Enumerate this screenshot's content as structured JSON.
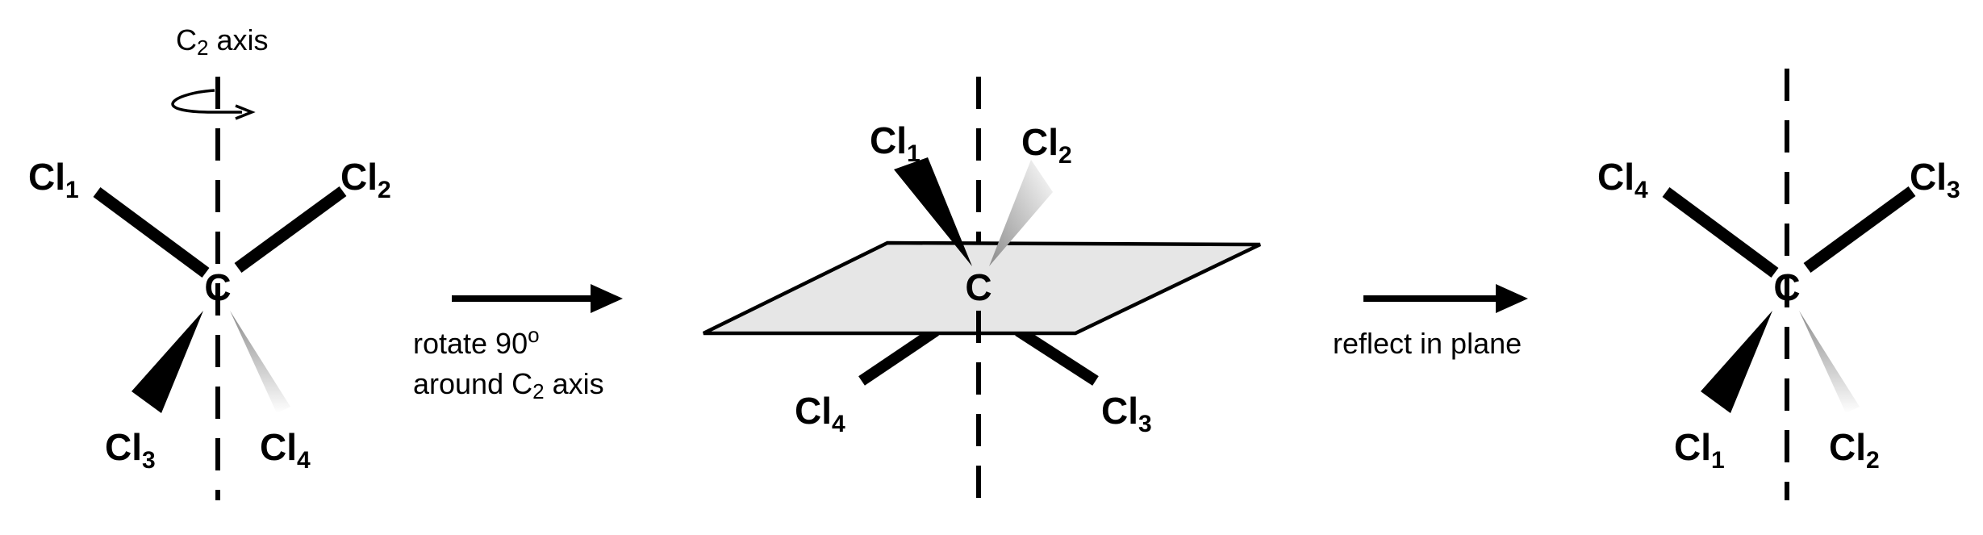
{
  "axis_label": {
    "main": "C",
    "sub": "2",
    "rest": " axis"
  },
  "arrow1_caption": {
    "line1_main": "rotate 90",
    "line1_sup": "o",
    "line2_pre": "around C",
    "line2_sub": "2",
    "line2_post": " axis"
  },
  "arrow2_caption": "reflect in plane",
  "molecule_left": {
    "center": "C",
    "upper_left": {
      "el": "Cl",
      "idx": "1"
    },
    "upper_right": {
      "el": "Cl",
      "idx": "2"
    },
    "lower_left": {
      "el": "Cl",
      "idx": "3"
    },
    "lower_right": {
      "el": "Cl",
      "idx": "4"
    }
  },
  "molecule_middle": {
    "center": "C",
    "upper_left": {
      "el": "Cl",
      "idx": "1"
    },
    "upper_right": {
      "el": "Cl",
      "idx": "2"
    },
    "lower_left": {
      "el": "Cl",
      "idx": "4"
    },
    "lower_right": {
      "el": "Cl",
      "idx": "3"
    }
  },
  "molecule_right": {
    "center": "C",
    "upper_left": {
      "el": "Cl",
      "idx": "4"
    },
    "upper_right": {
      "el": "Cl",
      "idx": "3"
    },
    "lower_left": {
      "el": "Cl",
      "idx": "1"
    },
    "lower_right": {
      "el": "Cl",
      "idx": "2"
    }
  },
  "colors": {
    "ink": "#000000",
    "plane_fill": "#e6e6e6",
    "hash_light": "#ffffff",
    "hash_dark": "#8c8c8c"
  }
}
